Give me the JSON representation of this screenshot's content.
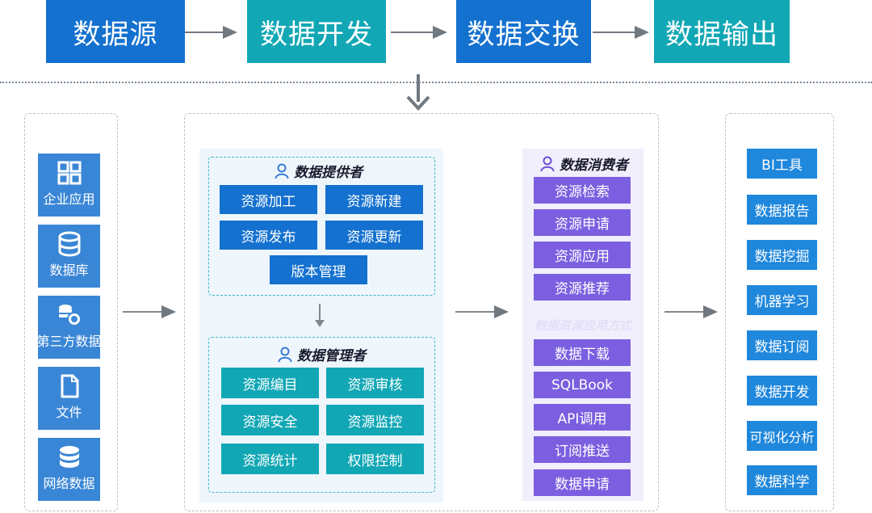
{
  "flow": {
    "step1": "数据源",
    "step2": "数据开发",
    "step3": "数据交换",
    "step4": "数据输出"
  },
  "sources": [
    {
      "label": "企业应用",
      "icon": "grid-icon"
    },
    {
      "label": "数据库",
      "icon": "database-icon"
    },
    {
      "label": "第三方数据",
      "icon": "coins-icon"
    },
    {
      "label": "文件",
      "icon": "file-icon"
    },
    {
      "label": "网络数据",
      "icon": "database-icon"
    }
  ],
  "provider": {
    "title": "数据提供者",
    "buttons": [
      "资源加工",
      "资源新建",
      "资源发布",
      "资源更新",
      "版本管理"
    ]
  },
  "manager": {
    "title": "数据管理者",
    "buttons": [
      "资源编目",
      "资源审核",
      "资源安全",
      "资源监控",
      "资源统计",
      "权限控制"
    ]
  },
  "consumer": {
    "title": "数据消费者",
    "buttons": [
      "资源检索",
      "资源申请",
      "资源应用",
      "资源推荐"
    ]
  },
  "usage": {
    "title": "数据资源应用方式",
    "buttons": [
      "数据下载",
      "SQLBook",
      "API调用",
      "订阅推送",
      "数据申请"
    ]
  },
  "outputs": [
    "BI工具",
    "数据报告",
    "数据挖掘",
    "机器学习",
    "数据订阅",
    "数据开发",
    "可视化分析",
    "数据科学"
  ],
  "colors": {
    "flow_blue": "#1471cf",
    "flow_teal": "#12a7b5",
    "purple": "#7b5fe0",
    "source_blue": "#3a86d6",
    "output_blue": "#1f87dc"
  }
}
